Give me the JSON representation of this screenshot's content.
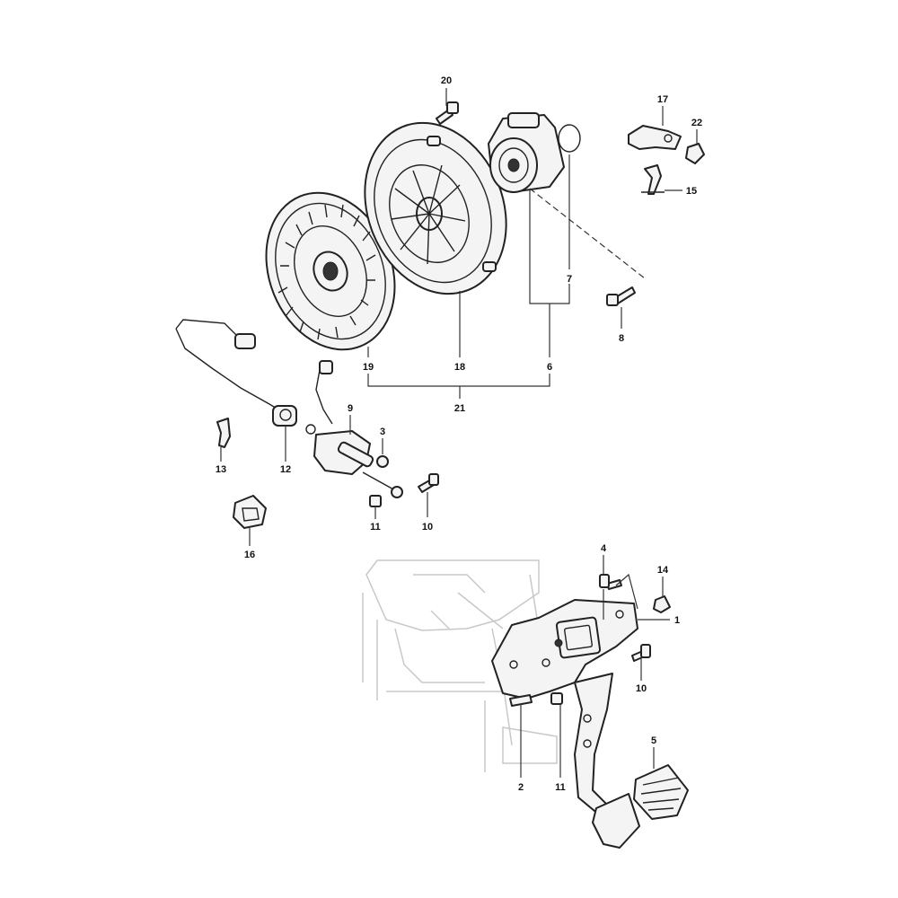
{
  "callouts": {
    "c20": "20",
    "c17": "17",
    "c22": "22",
    "c15": "15",
    "c7": "7",
    "c8": "8",
    "c19": "19",
    "c18": "18",
    "c6": "6",
    "c21": "21",
    "c9": "9",
    "c3": "3",
    "c13": "13",
    "c12": "12",
    "c10a": "10",
    "c11a": "11",
    "c16": "16",
    "c4": "4",
    "c14": "14",
    "c1": "1",
    "c10b": "10",
    "c5": "5",
    "c2": "2",
    "c11b": "11"
  }
}
